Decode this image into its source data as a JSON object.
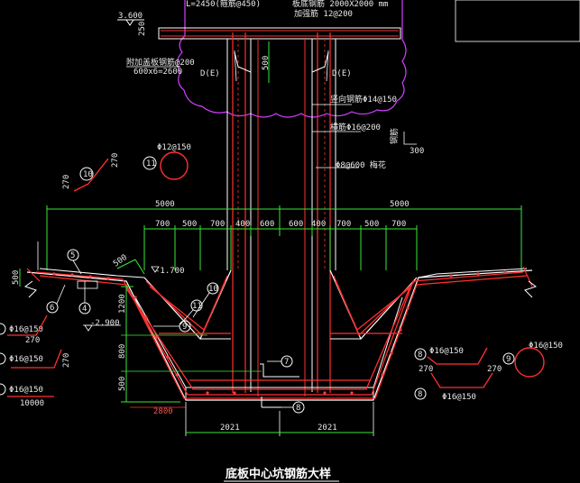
{
  "top_labels": {
    "elevation_top": "3.600",
    "slab_dim": "250",
    "top_note": "L=2450(箍筋@450)",
    "top_note2": "板底钢筋 2000X2000 mm",
    "top_note3": "加强筋 12@200",
    "left_note1": "附加盖板钢筋@200",
    "left_note2": "600x6=2600",
    "section_left": "D(E)",
    "section_right": "D(E)",
    "wall_dim": "500",
    "rebar_note1": "竖向钢筋Φ14@150",
    "rebar_note2": "横筋Φ16@200",
    "rebar_note3": "Φ8@600 梅花",
    "side_mark": "钢筋",
    "side_dim": "300"
  },
  "left_callouts": {
    "mark10": "10",
    "mark10_len": "270",
    "mark10_h": "270",
    "mark11": "11",
    "mark11_bar": "Φ12@150"
  },
  "dims": {
    "half_left": "5000",
    "half_right": "5000",
    "seg": [
      "700",
      "500",
      "700",
      "400",
      "600",
      "600",
      "400",
      "700",
      "500",
      "700"
    ],
    "bottom_left": "2021",
    "bottom_right": "2021",
    "left_edge_dim": "500",
    "slope_dim": "500",
    "elev_mid": "-1.700",
    "elev_low": "-2.900",
    "v1": "1200",
    "v2": "800",
    "v3": "500",
    "base_w": "2800"
  },
  "marks": {
    "m5": "5",
    "m6": "6",
    "m4": "4",
    "m9": "9",
    "m10": "10",
    "m11": "11",
    "m7": "7",
    "m8": "8",
    "m8b": "8",
    "m9b": "9"
  },
  "left_bars": {
    "bar1": "Φ16@150",
    "bar1_len": "270",
    "bar2": "Φ16@150",
    "bar2_len": "270",
    "bar3": "Φ16@150",
    "bar3_len": "10000"
  },
  "right_bars": {
    "bar_a": "Φ16@150",
    "bar_a_l": "270",
    "bar_a_r": "270",
    "bar_b": "Φ16@150",
    "bar_c": "Φ16@150"
  },
  "title": "底板中心坑钢筋大样"
}
